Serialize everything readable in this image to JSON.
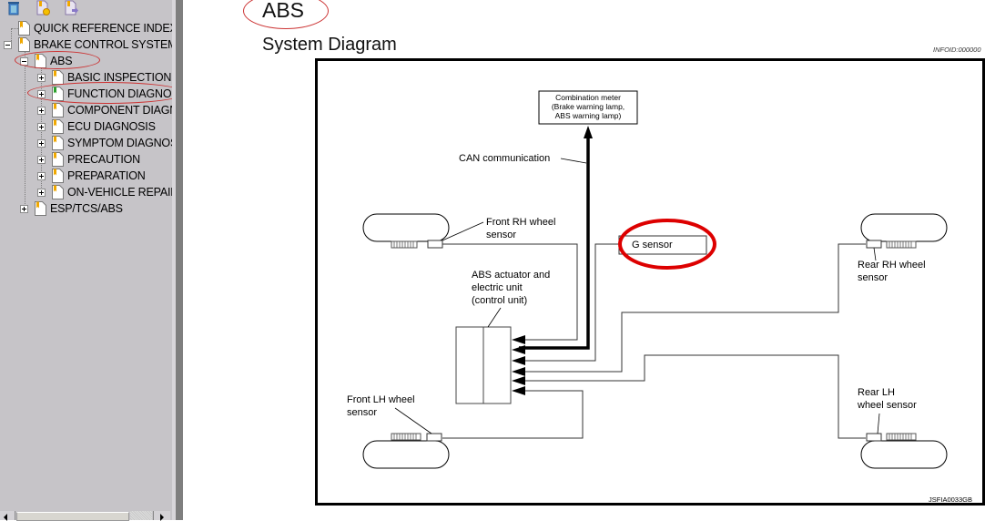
{
  "toolbar": {
    "icons": [
      "trash-icon",
      "add-document-icon",
      "export-document-icon"
    ]
  },
  "tree": {
    "items": [
      {
        "label": "QUICK REFERENCE INDEX",
        "level": 0,
        "expander": "none",
        "icon": "yellow"
      },
      {
        "label": "BRAKE CONTROL SYSTEM",
        "level": 0,
        "expander": "minus",
        "icon": "yellow"
      },
      {
        "label": "ABS",
        "level": 1,
        "expander": "minus",
        "icon": "yellow",
        "annotated": true
      },
      {
        "label": "BASIC INSPECTION",
        "level": 2,
        "expander": "plus",
        "icon": "yellow"
      },
      {
        "label": "FUNCTION DIAGNOS",
        "level": 2,
        "expander": "plus",
        "icon": "green",
        "annotated": true
      },
      {
        "label": "COMPONENT DIAGN",
        "level": 2,
        "expander": "plus",
        "icon": "yellow"
      },
      {
        "label": "ECU DIAGNOSIS",
        "level": 2,
        "expander": "plus",
        "icon": "yellow"
      },
      {
        "label": "SYMPTOM DIAGNOS",
        "level": 2,
        "expander": "plus",
        "icon": "yellow"
      },
      {
        "label": "PRECAUTION",
        "level": 2,
        "expander": "plus",
        "icon": "yellow"
      },
      {
        "label": "PREPARATION",
        "level": 2,
        "expander": "plus",
        "icon": "yellow"
      },
      {
        "label": "ON-VEHICLE REPAIR",
        "level": 2,
        "expander": "plus",
        "icon": "yellow"
      },
      {
        "label": "ESP/TCS/ABS",
        "level": 1,
        "expander": "plus",
        "icon": "yellow"
      }
    ]
  },
  "main": {
    "title": "ABS",
    "section": "System Diagram",
    "info_id": "INFOID:000000",
    "diagram": {
      "combination_meter": [
        "Combination meter",
        "(Brake warning lamp,",
        "ABS warning lamp)"
      ],
      "can_label": "CAN communication",
      "front_rh": [
        "Front RH wheel",
        "sensor"
      ],
      "g_sensor": "G sensor",
      "abs_unit": [
        "ABS actuator and",
        "electric unit",
        "(control unit)"
      ],
      "rear_rh": [
        "Rear RH wheel",
        "sensor"
      ],
      "front_lh": [
        "Front LH wheel",
        "sensor"
      ],
      "rear_lh": [
        "Rear LH",
        "wheel sensor"
      ],
      "figure_id": "JSFIA0033GB"
    }
  },
  "colors": {
    "sidebar_bg": "#c6c4c8",
    "annotation_red": "#cc3333",
    "g_sensor_highlight": "#dd0000",
    "icon_yellow": "#f0a800",
    "icon_green": "#2aa02a"
  }
}
